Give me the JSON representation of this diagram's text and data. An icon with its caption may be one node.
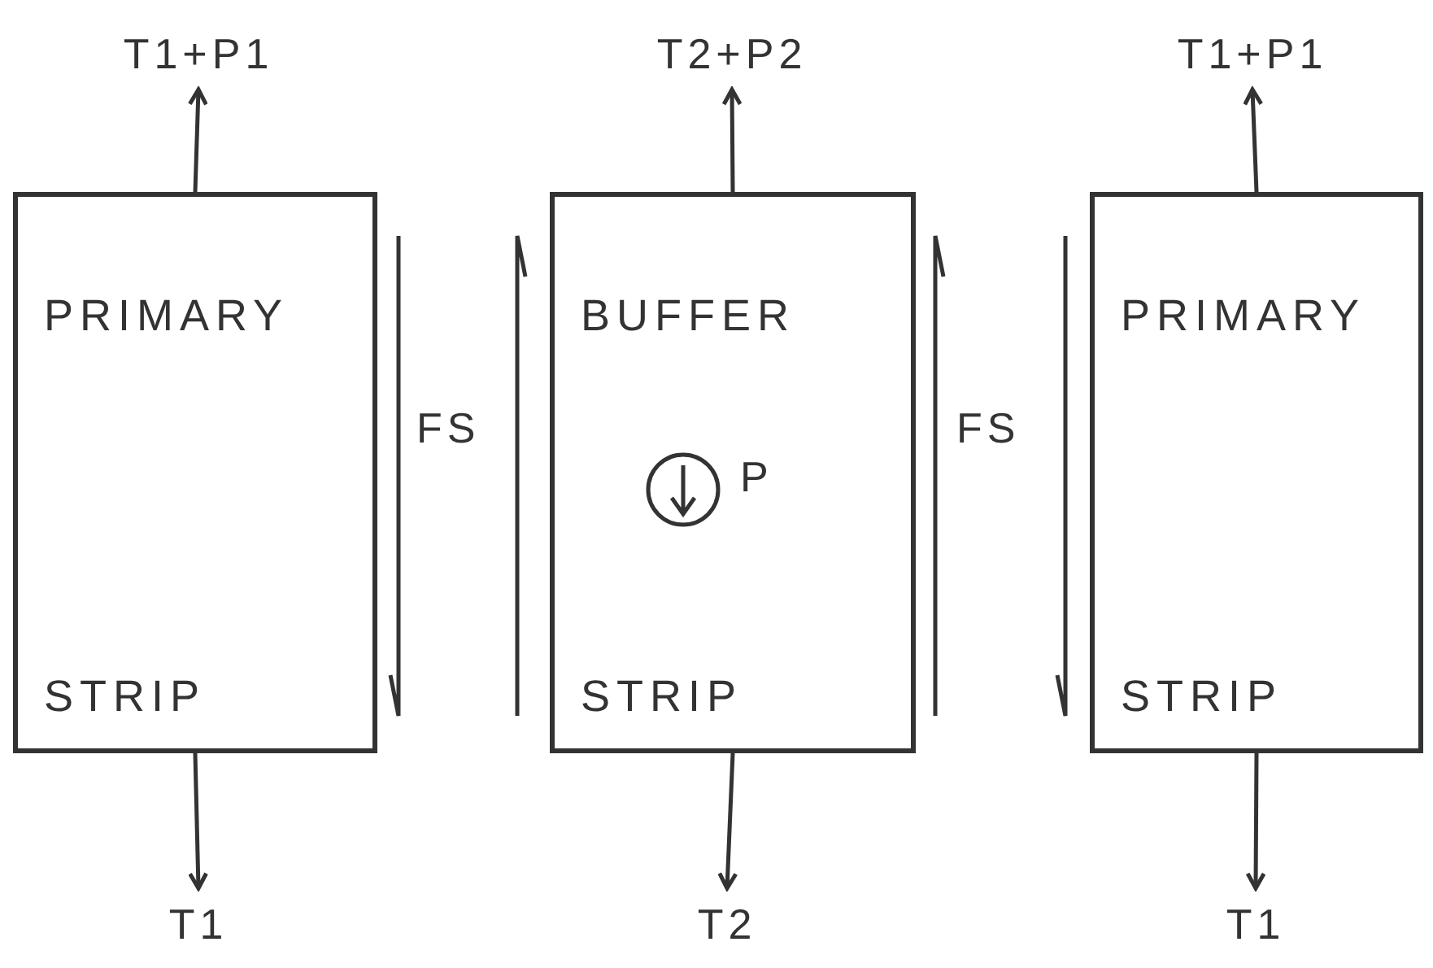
{
  "diagram": {
    "nodes": [
      {
        "text": [
          "T1+P1"
        ]
      },
      {
        "text": [
          "PRIMARY",
          "STRIP"
        ]
      },
      {
        "text": [
          "T1"
        ]
      },
      {
        "text": [
          "T2+P2"
        ]
      },
      {
        "text": [
          "BUFFER",
          "STRIP"
        ]
      },
      {
        "text": [],
        "shape": "circle",
        "in": 4,
        "beside": [
          "P"
        ]
      },
      {
        "text": [
          "T2"
        ]
      },
      {
        "text": [
          "T1+P1"
        ]
      },
      {
        "text": [
          "PRIMARY",
          "STRIP"
        ]
      },
      {
        "text": [
          "T1"
        ]
      }
    ],
    "edges": [
      {
        "from": 1,
        "to": 0,
        "arrow": "to"
      },
      {
        "from": 1,
        "to": 2,
        "arrow": "to"
      },
      {
        "from": 4,
        "to": 3,
        "arrow": "to"
      },
      {
        "from": 4,
        "to": 6,
        "arrow": "to"
      },
      {
        "from": 8,
        "to": 7,
        "arrow": "to"
      },
      {
        "from": 8,
        "to": 9,
        "arrow": "to"
      }
    ],
    "labels": [
      "FS",
      "FS"
    ]
  }
}
